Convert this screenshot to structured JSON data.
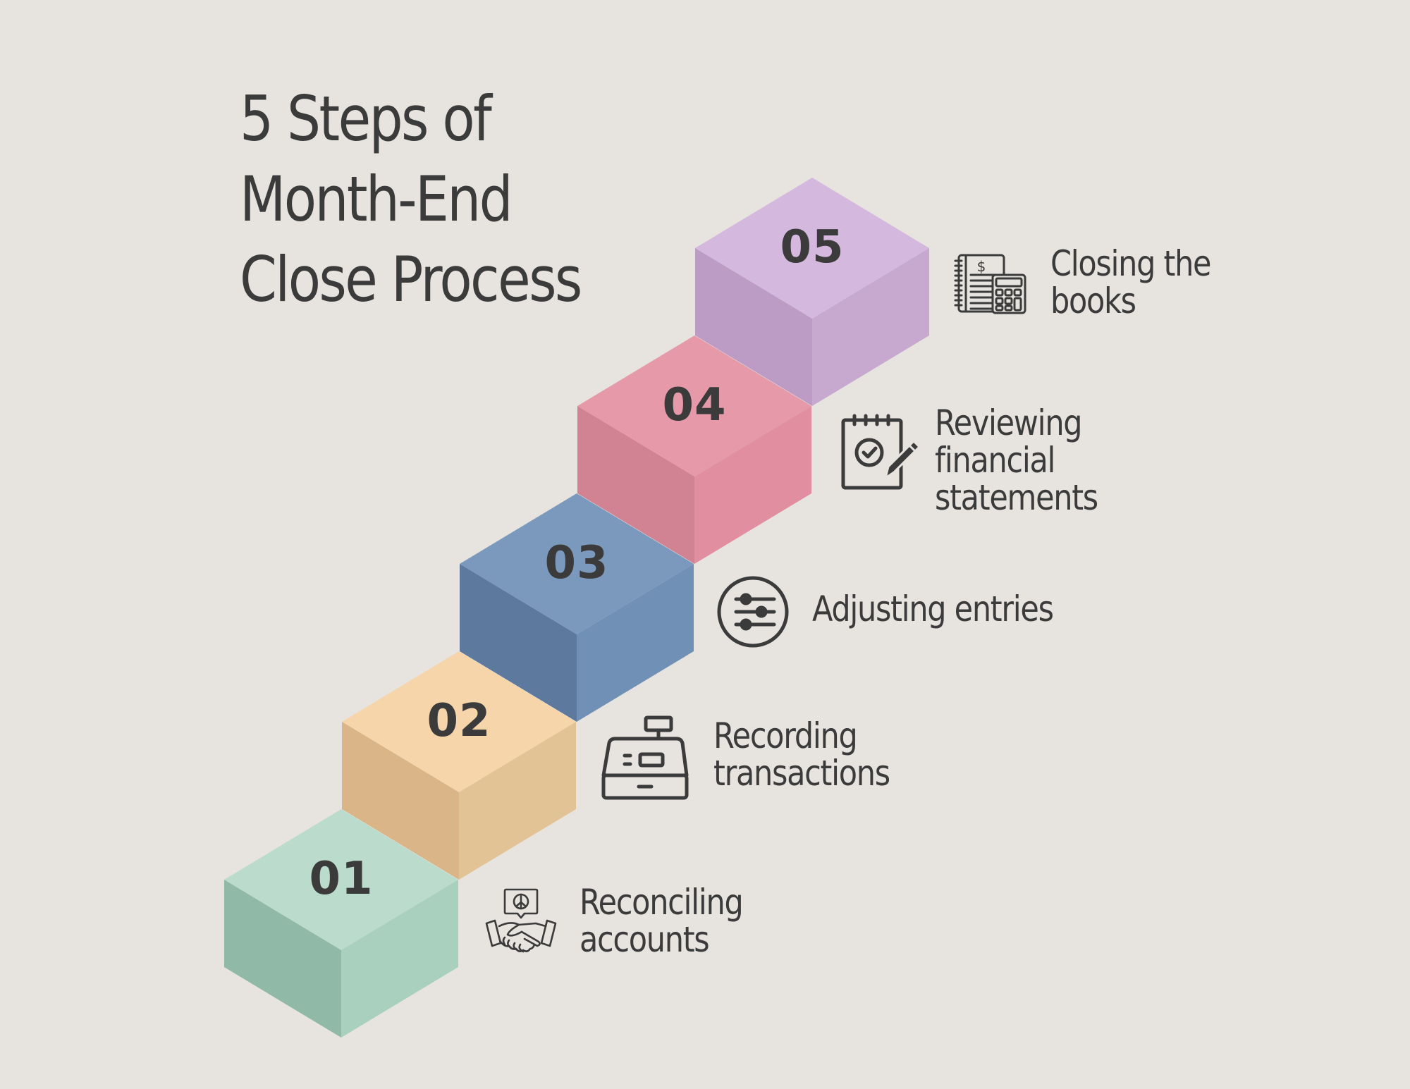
{
  "title": {
    "lines": [
      "5 Steps of",
      "Month-End",
      "Close Process"
    ]
  },
  "colors": {
    "background": "#e7e4df",
    "text": "#3b3b3b"
  },
  "steps": [
    {
      "number": "01",
      "label_lines": [
        "Reconciling",
        "accounts"
      ],
      "icon": "handshake-peace-icon",
      "colors": {
        "top": "#bbdbcd",
        "left": "#91b9a7",
        "right": "#a9d0be"
      }
    },
    {
      "number": "02",
      "label_lines": [
        "Recording",
        "transactions"
      ],
      "icon": "cash-register-icon",
      "colors": {
        "top": "#f6d5aa",
        "left": "#d9b587",
        "right": "#e2c395"
      }
    },
    {
      "number": "03",
      "label_lines": [
        "Adjusting entries"
      ],
      "icon": "sliders-circle-icon",
      "colors": {
        "top": "#7b99bc",
        "left": "#5d799d",
        "right": "#7190b5"
      }
    },
    {
      "number": "04",
      "label_lines": [
        "Reviewing",
        "financial",
        "statements"
      ],
      "icon": "notepad-check-pencil-icon",
      "colors": {
        "top": "#e69aa9",
        "left": "#d18293",
        "right": "#e08ea0"
      }
    },
    {
      "number": "05",
      "label_lines": [
        "Closing the",
        "books"
      ],
      "icon": "ledger-calculator-icon",
      "colors": {
        "top": "#d5b8de",
        "left": "#bc9bc5",
        "right": "#c7a9d0"
      }
    }
  ]
}
